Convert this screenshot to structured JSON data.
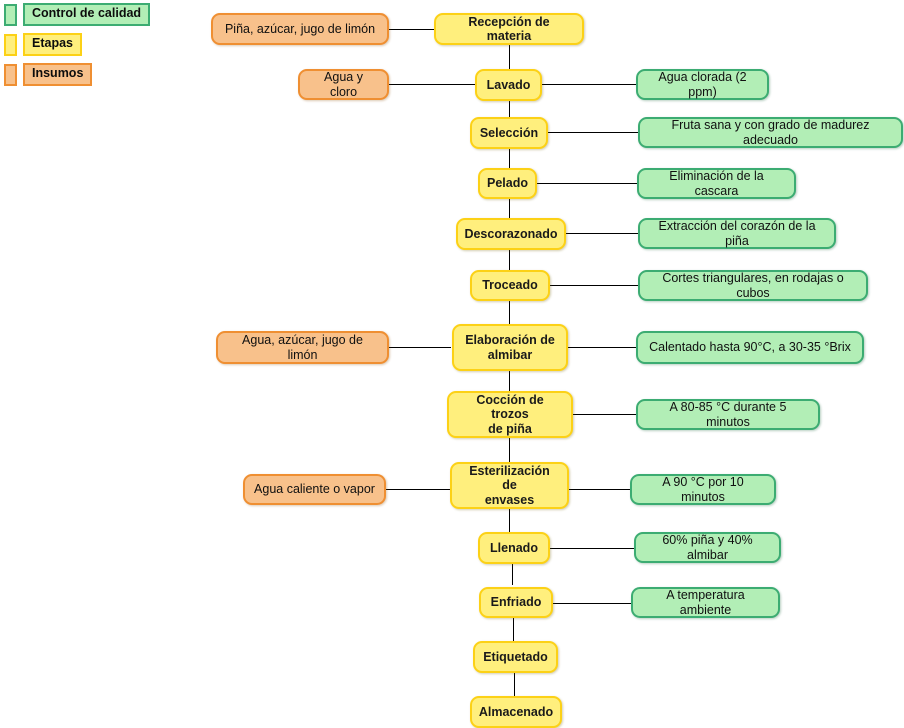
{
  "legend": {
    "items": [
      {
        "label": "Control de calidad",
        "kind": "quality",
        "color": "#b2eeb6",
        "border": "#3cac72"
      },
      {
        "label": "Etapas",
        "kind": "stage",
        "color": "#ffef7d",
        "border": "#fcd116"
      },
      {
        "label": "Insumos",
        "kind": "input",
        "color": "#f8c18b",
        "border": "#ef8f32"
      }
    ]
  },
  "flow": {
    "stages": [
      {
        "label": "Recepción de materia"
      },
      {
        "label": "Lavado"
      },
      {
        "label": "Selección"
      },
      {
        "label": "Pelado"
      },
      {
        "label": "Descorazonado"
      },
      {
        "label": "Troceado"
      },
      {
        "label": "Elaboración de\nalmibar"
      },
      {
        "label": "Cocción de trozos\nde piña"
      },
      {
        "label": "Esterilización de\nenvases"
      },
      {
        "label": "Llenado"
      },
      {
        "label": "Enfriado"
      },
      {
        "label": "Etiquetado"
      },
      {
        "label": "Almacenado"
      }
    ],
    "inputs": [
      {
        "label": "Piña, azúcar, jugo de limón",
        "stage": "Recepción de materia"
      },
      {
        "label": "Agua y cloro",
        "stage": "Lavado"
      },
      {
        "label": "Agua, azúcar, jugo de limón",
        "stage": "Elaboración de almibar"
      },
      {
        "label": "Agua caliente o vapor",
        "stage": "Esterilización de envases"
      }
    ],
    "quality_controls": [
      {
        "label": "Agua clorada (2 ppm)",
        "stage": "Lavado"
      },
      {
        "label": "Fruta sana y con grado de madurez adecuado",
        "stage": "Selección"
      },
      {
        "label": "Eliminación de la cascara",
        "stage": "Pelado"
      },
      {
        "label": "Extracción del corazón de la piña",
        "stage": "Descorazonado"
      },
      {
        "label": "Cortes triangulares, en rodajas o cubos",
        "stage": "Troceado"
      },
      {
        "label": "Calentado hasta 90°C, a 30-35 °Brix",
        "stage": "Elaboración de almibar"
      },
      {
        "label": "A 80-85 °C durante 5 minutos",
        "stage": "Cocción de trozos de piña"
      },
      {
        "label": "A 90 °C por 10 minutos",
        "stage": "Esterilización de envases"
      },
      {
        "label": "60% piña y 40% almibar",
        "stage": "Llenado"
      },
      {
        "label": "A temperatura ambiente",
        "stage": "Enfriado"
      }
    ]
  }
}
